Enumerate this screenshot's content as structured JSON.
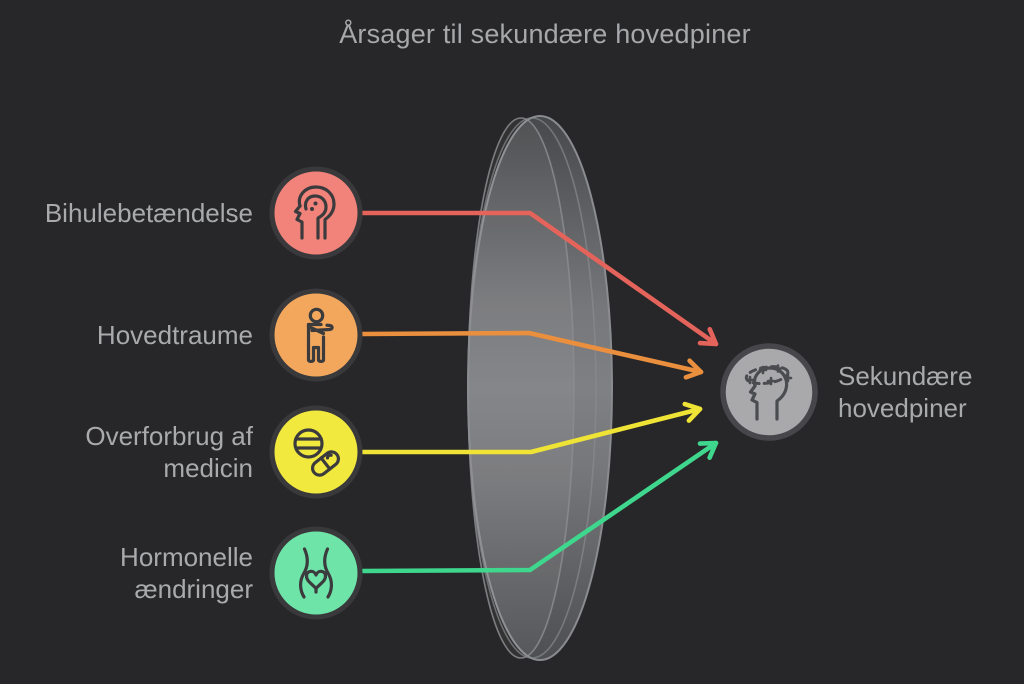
{
  "title": "Årsager til sekundære hovedpiner",
  "colors": {
    "background": "#272729",
    "text": "#a8aaac",
    "lens_mid": "#7f8083",
    "lens_edge": "#47494b"
  },
  "causes": [
    {
      "label": "Bihulebetændelse",
      "icon": "sinus-head-icon",
      "node_color": "#f1837b",
      "arrow_color": "#e4635b"
    },
    {
      "label": "Hovedtraume",
      "icon": "injured-person-icon",
      "node_color": "#f3a75d",
      "arrow_color": "#e98f3e"
    },
    {
      "label": "Overforbrug af\nmedicin",
      "icon": "pills-icon",
      "node_color": "#f2e93e",
      "arrow_color": "#efe436"
    },
    {
      "label": "Hormonelle\nændringer",
      "icon": "hormones-icon",
      "node_color": "#6fe4a8",
      "arrow_color": "#3fd78d"
    }
  ],
  "result": {
    "label": "Sekundære\nhovedpiner",
    "icon": "dizzy-head-icon",
    "node_color": "#a9a9ac"
  }
}
